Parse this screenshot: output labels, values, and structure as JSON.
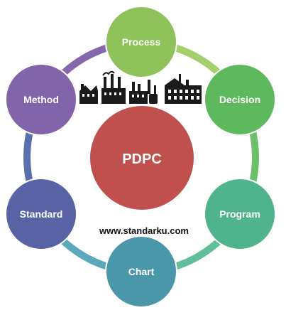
{
  "diagram": {
    "center": {
      "label": "PDPC",
      "color": "#c0504d"
    },
    "nodes": [
      {
        "label": "Process",
        "color": "#8fc25a"
      },
      {
        "label": "Decision",
        "color": "#5eb85e"
      },
      {
        "label": "Program",
        "color": "#4fb48d"
      },
      {
        "label": "Chart",
        "color": "#4a97aa"
      },
      {
        "label": "Standard",
        "color": "#5a62a6"
      },
      {
        "label": "Method",
        "color": "#8164a9"
      }
    ],
    "arc_colors": [
      "#a4cf6c",
      "#6cc06a",
      "#5fbf9a",
      "#5aa8bb",
      "#5a6fae",
      "#8467ad"
    ],
    "website": "www.standarku.com",
    "factory_icon": "factory-skyline-icon"
  }
}
